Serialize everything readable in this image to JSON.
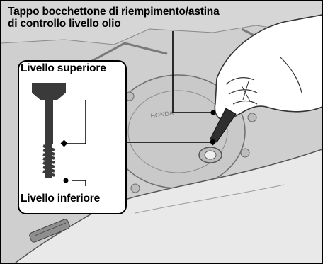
{
  "title": {
    "line1": "Tappo bocchettone di riempimento/astina",
    "line2": "di controllo livello olio"
  },
  "labels": {
    "upper": "Livello superiore",
    "lower": "Livello inferiore"
  },
  "engine_marking": "HONDA",
  "colors": {
    "background": "#d9d9d9",
    "line_art": "#5a5a5a",
    "dipstick": "#3a3a3a",
    "leader": "#000000"
  }
}
